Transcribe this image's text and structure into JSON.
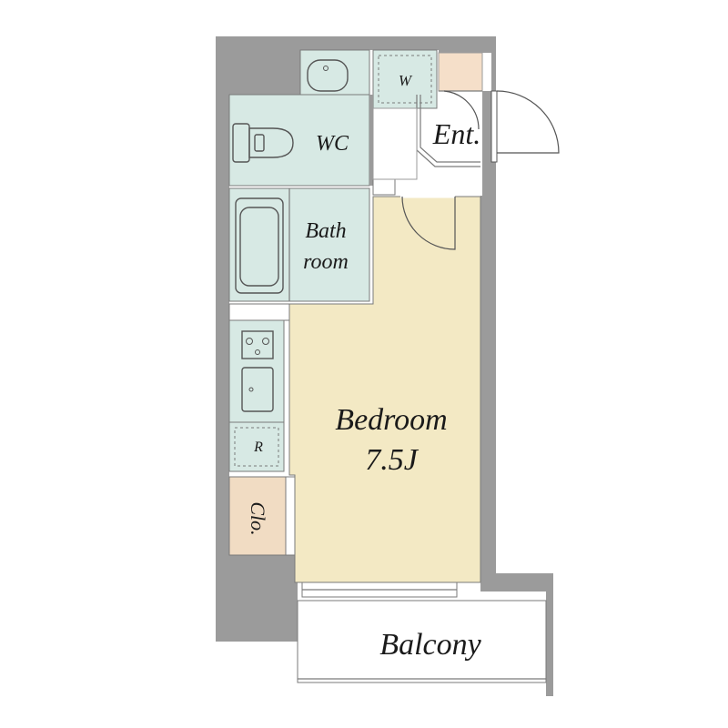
{
  "floor_plan": {
    "colors": {
      "wall": "#9b9b9b",
      "wet_area": "#d7e9e4",
      "bedroom": "#f3e9c4",
      "closet": "#f1dcc3",
      "entrance_tile": "#f5dfc9",
      "background": "#ffffff"
    },
    "rooms": {
      "wc": "WC",
      "bath_line1": "Bath",
      "bath_line2": "room",
      "entrance": "Ent.",
      "washer": "W",
      "refrigerator": "R",
      "closet": "Clo.",
      "bedroom_name": "Bedroom",
      "bedroom_size": "7.5J",
      "balcony": "Balcony"
    },
    "icons": [
      "washbasin-icon",
      "toilet-icon",
      "bathtub-icon",
      "stove-icon",
      "sink-icon",
      "door-swing-icon"
    ]
  }
}
